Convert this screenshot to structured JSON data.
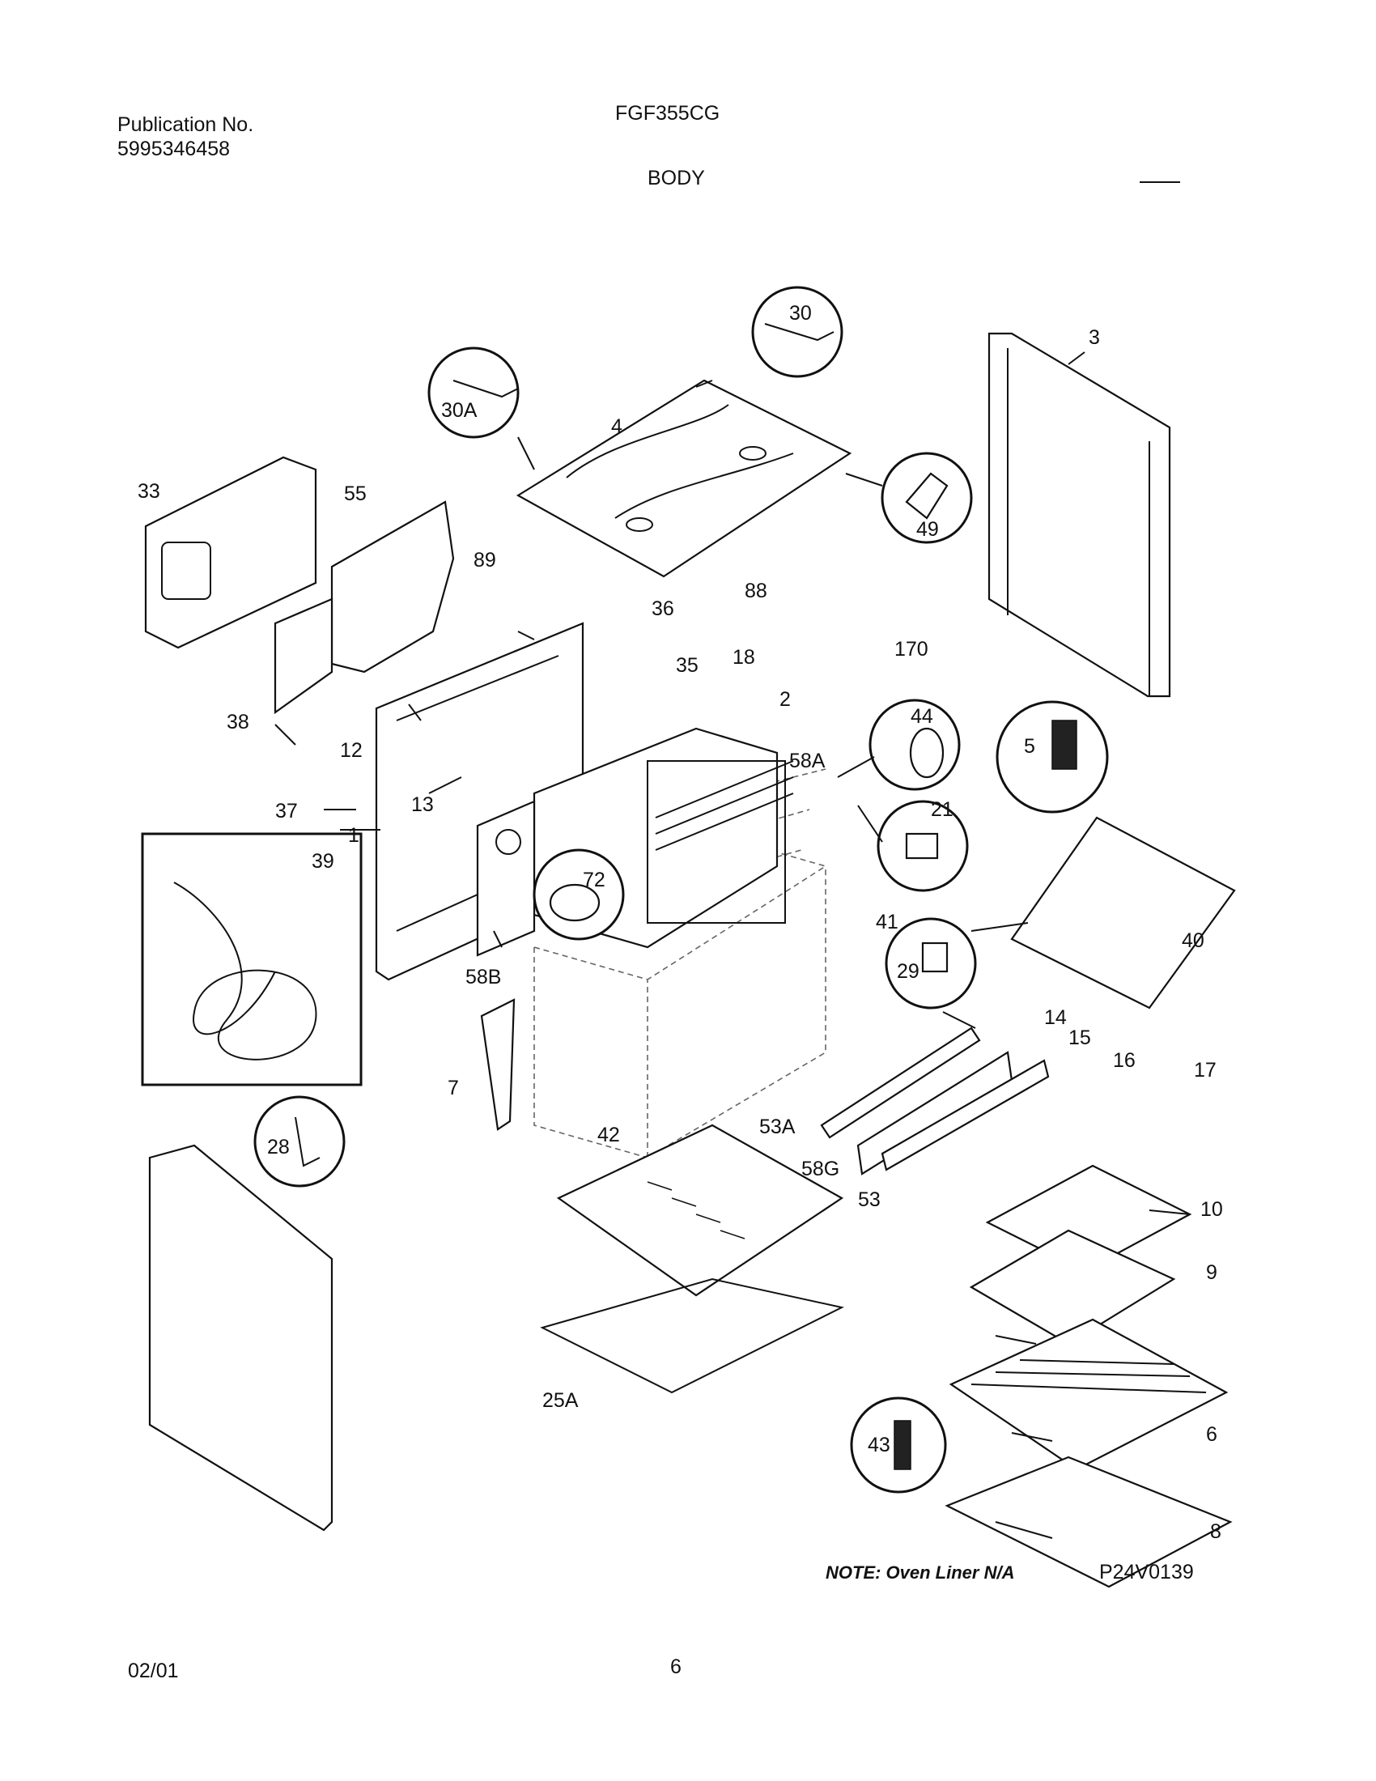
{
  "header": {
    "publication_label": "Publication No.",
    "publication_number": "5995346458",
    "model": "FGF355CG",
    "section": "BODY"
  },
  "parts": [
    "30",
    "30A",
    "4",
    "49",
    "3",
    "33",
    "55",
    "89",
    "88",
    "36",
    "18",
    "35",
    "2",
    "38",
    "12",
    "58A",
    "13",
    "37",
    "1",
    "39",
    "72",
    "58B",
    "44",
    "5",
    "21",
    "170",
    "40",
    "41",
    "29",
    "14",
    "15",
    "16",
    "17",
    "7",
    "42",
    "53A",
    "58G",
    "53",
    "28",
    "10",
    "9",
    "6",
    "25A",
    "43",
    "8"
  ],
  "note": "NOTE: Oven Liner N/A",
  "figure_code": "P24V0139",
  "footer": {
    "date": "02/01",
    "page": "6"
  }
}
